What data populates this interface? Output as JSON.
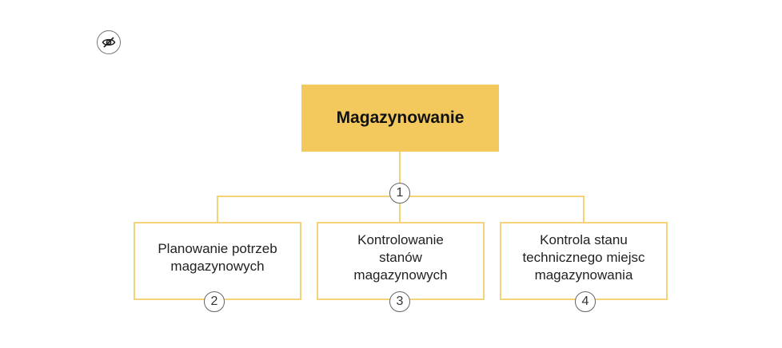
{
  "toolbar": {
    "visibility_toggle_icon": "eye-slash-icon"
  },
  "diagram": {
    "root": {
      "label": "Magazynowanie",
      "number": "1",
      "fill_color": "#f3c95e"
    },
    "connector_color": "#f3d27a",
    "children": [
      {
        "label": "Planowanie potrzeb magazynowych",
        "number": "2"
      },
      {
        "label": "Kontrolowanie stanów magazynowych",
        "number": "3"
      },
      {
        "label": "Kontrola stanu technicznego miejsc magazynowania",
        "number": "4"
      }
    ]
  }
}
